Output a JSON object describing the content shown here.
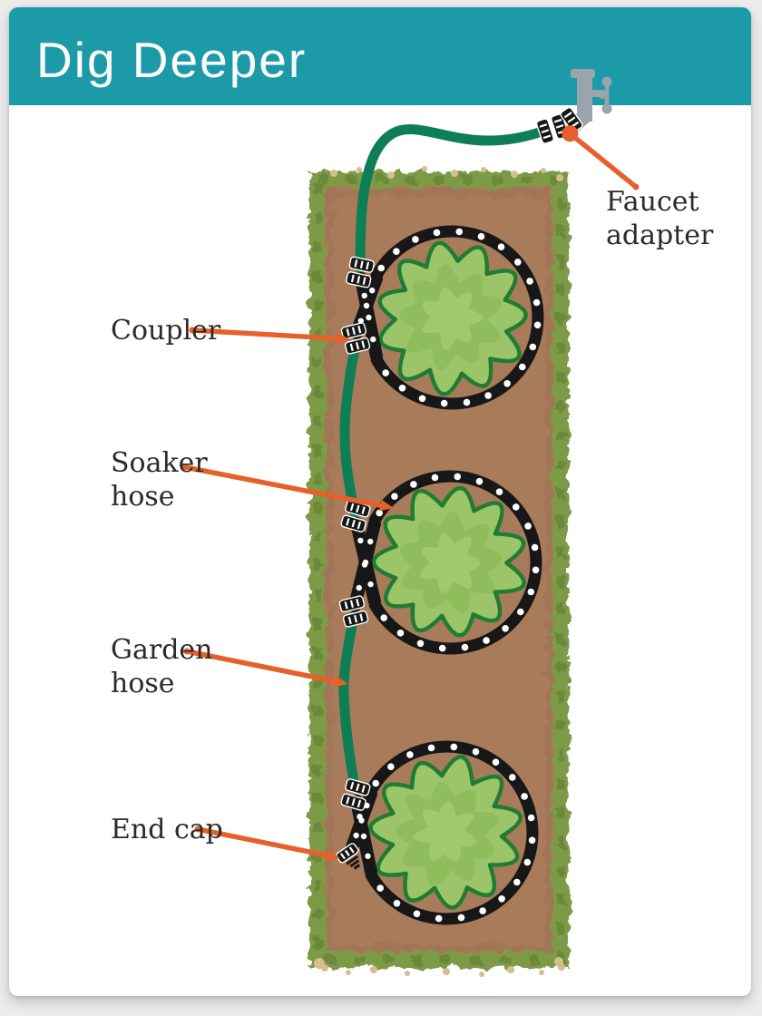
{
  "header": {
    "title": "Dig Deeper"
  },
  "labels": {
    "faucet_adapter": {
      "line1": "Faucet",
      "line2": "adapter"
    },
    "coupler": {
      "line1": "Coupler"
    },
    "soaker_hose": {
      "line1": "Soaker",
      "line2": "hose"
    },
    "garden_hose": {
      "line1": "Garden",
      "line2": "hose"
    },
    "end_cap": {
      "line1": "End cap"
    }
  },
  "icons": [
    "faucet-icon",
    "faucet-adapter-fitting-icon",
    "coupler-fitting-icon",
    "end-cap-fitting-icon"
  ],
  "colors": {
    "page_background": "#edecea",
    "card_white": "#ffffff",
    "header_teal": "#1c9aa7",
    "label_text": "#2d2a27",
    "arrow_orange": "#e7602b",
    "garden_hose_green": "#0d7e55",
    "soaker_hose_black": "#171717",
    "dot_white": "#ffffff",
    "soil_brown": "#a87b5a",
    "hedge_green": "#7d9a46",
    "hedge_dark_green": "#5e7c33",
    "hedge_tan": "#d4bd8f",
    "plant_outer_green": "#9cc468",
    "plant_inner_green": "#8fbd5b",
    "plant_center_green": "#a0c86d",
    "plant_outline_green": "#1e7c33",
    "faucet_gray": "#9aa4ac"
  }
}
